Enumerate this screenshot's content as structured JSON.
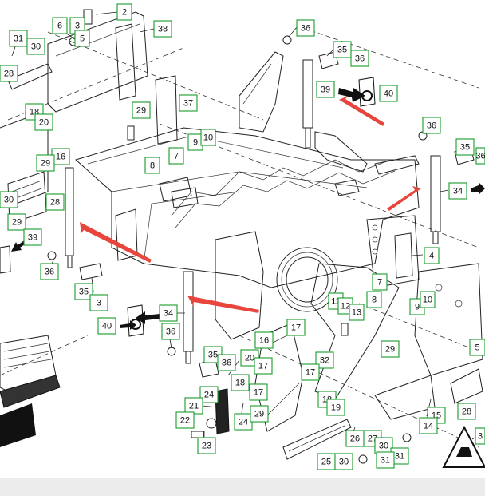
{
  "diagram": {
    "callouts": [
      {
        "label": "2"
      },
      {
        "label": "3"
      },
      {
        "label": "5"
      },
      {
        "label": "6"
      },
      {
        "label": "31"
      },
      {
        "label": "30"
      },
      {
        "label": "38"
      },
      {
        "label": "28"
      },
      {
        "label": "18"
      },
      {
        "label": "20"
      },
      {
        "label": "29"
      },
      {
        "label": "37"
      },
      {
        "label": "16"
      },
      {
        "label": "29"
      },
      {
        "label": "30"
      },
      {
        "label": "28"
      },
      {
        "label": "29"
      },
      {
        "label": "9"
      },
      {
        "label": "10"
      },
      {
        "label": "7"
      },
      {
        "label": "8"
      },
      {
        "label": "39"
      },
      {
        "label": "36"
      },
      {
        "label": "35"
      },
      {
        "label": "36"
      },
      {
        "label": "36"
      },
      {
        "label": "35"
      },
      {
        "label": "36"
      },
      {
        "label": "39"
      },
      {
        "label": "40"
      },
      {
        "label": "36"
      },
      {
        "label": "35"
      },
      {
        "label": "3"
      },
      {
        "label": "34"
      },
      {
        "label": "4"
      },
      {
        "label": "7"
      },
      {
        "label": "11"
      },
      {
        "label": "12"
      },
      {
        "label": "13"
      },
      {
        "label": "8"
      },
      {
        "label": "9"
      },
      {
        "label": "10"
      },
      {
        "label": "40"
      },
      {
        "label": "34"
      },
      {
        "label": "36"
      },
      {
        "label": "35"
      },
      {
        "label": "36"
      },
      {
        "label": "16"
      },
      {
        "label": "17"
      },
      {
        "label": "20"
      },
      {
        "label": "17"
      },
      {
        "label": "18"
      },
      {
        "label": "24"
      },
      {
        "label": "21"
      },
      {
        "label": "17"
      },
      {
        "label": "32"
      },
      {
        "label": "17"
      },
      {
        "label": "29"
      },
      {
        "label": "5"
      },
      {
        "label": "24"
      },
      {
        "label": "22"
      },
      {
        "label": "23"
      },
      {
        "label": "29"
      },
      {
        "label": "18"
      },
      {
        "label": "19"
      },
      {
        "label": "26"
      },
      {
        "label": "27"
      },
      {
        "label": "30"
      },
      {
        "label": "31"
      },
      {
        "label": "25"
      },
      {
        "label": "30"
      },
      {
        "label": "31"
      },
      {
        "label": "15"
      },
      {
        "label": "14"
      },
      {
        "label": "28"
      },
      {
        "label": "3"
      }
    ]
  },
  "colors": {
    "callout_border": "#1a9a2c",
    "arrow_red": "#e8463c",
    "arrow_black": "#111111",
    "line": "#222222"
  }
}
